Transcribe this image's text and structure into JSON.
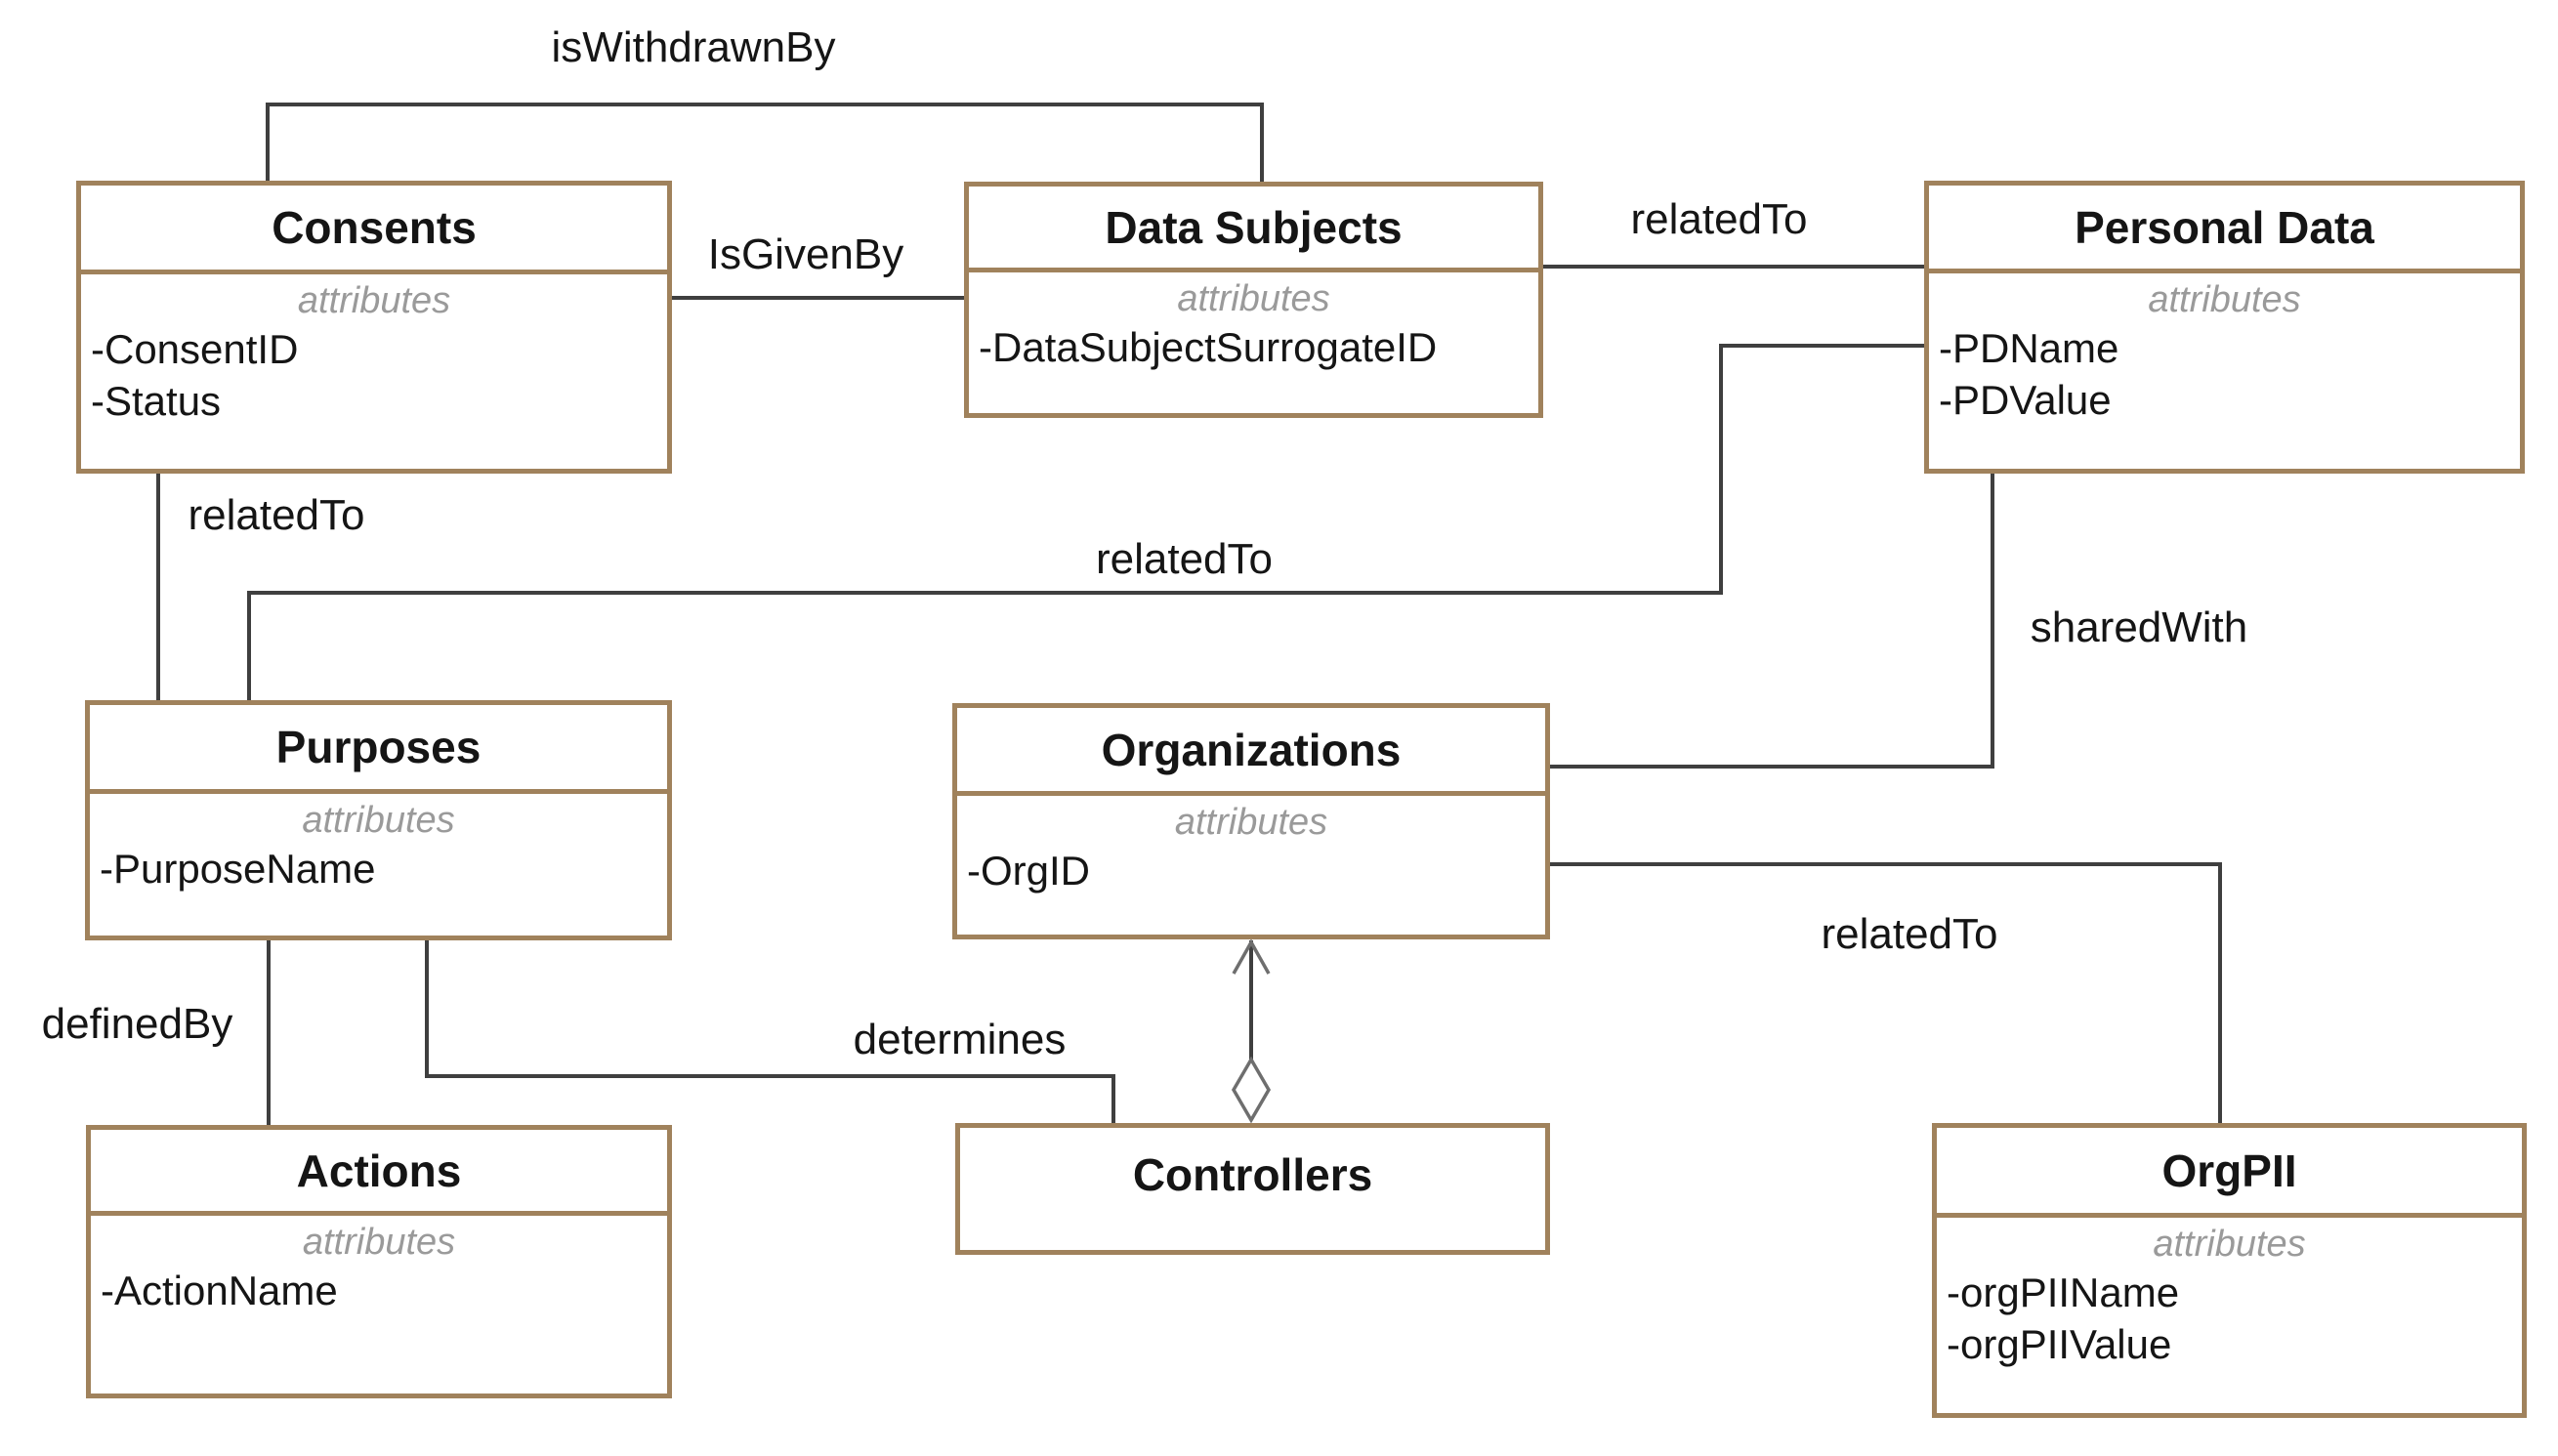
{
  "diagram": {
    "colors": {
      "box_border": "#a0825c",
      "connector": "#3f3f3f",
      "arrow_stroke": "#6e6e6e",
      "attributes_text": "#9a9a9a",
      "title_text": "#151515",
      "background": "#ffffff"
    },
    "entities": [
      {
        "id": "consents",
        "title": "Consents",
        "attributes_label": "attributes",
        "attributes": [
          "-ConsentID",
          "-Status"
        ]
      },
      {
        "id": "data-subjects",
        "title": "Data Subjects",
        "attributes_label": "attributes",
        "attributes": [
          "-DataSubjectSurrogateID"
        ]
      },
      {
        "id": "personal-data",
        "title": "Personal Data",
        "attributes_label": "attributes",
        "attributes": [
          "-PDName",
          "-PDValue"
        ]
      },
      {
        "id": "purposes",
        "title": "Purposes",
        "attributes_label": "attributes",
        "attributes": [
          "-PurposeName"
        ]
      },
      {
        "id": "organizations",
        "title": "Organizations",
        "attributes_label": "attributes",
        "attributes": [
          "-OrgID"
        ]
      },
      {
        "id": "actions",
        "title": "Actions",
        "attributes_label": "attributes",
        "attributes": [
          "-ActionName"
        ]
      },
      {
        "id": "controllers",
        "title": "Controllers",
        "attributes_label": "",
        "attributes": []
      },
      {
        "id": "orgpii",
        "title": "OrgPII",
        "attributes_label": "attributes",
        "attributes": [
          "-orgPIIName",
          "-orgPIIValue"
        ]
      }
    ],
    "relationships": [
      {
        "label": "isWithdrawnBy",
        "from": "Consents",
        "to": "Data Subjects"
      },
      {
        "label": "IsGivenBy",
        "from": "Consents",
        "to": "Data Subjects"
      },
      {
        "label": "relatedTo",
        "from": "Data Subjects",
        "to": "Personal Data"
      },
      {
        "label": "relatedTo",
        "from": "Consents",
        "to": "Purposes"
      },
      {
        "label": "relatedTo",
        "from": "Purposes",
        "to": "Personal Data"
      },
      {
        "label": "sharedWith",
        "from": "Personal Data",
        "to": "Organizations"
      },
      {
        "label": "relatedTo",
        "from": "Organizations",
        "to": "OrgPII"
      },
      {
        "label": "definedBy",
        "from": "Purposes",
        "to": "Actions"
      },
      {
        "label": "determines",
        "from": "Purposes",
        "to": "Controllers"
      },
      {
        "label": "",
        "from": "Controllers",
        "to": "Organizations"
      }
    ]
  }
}
